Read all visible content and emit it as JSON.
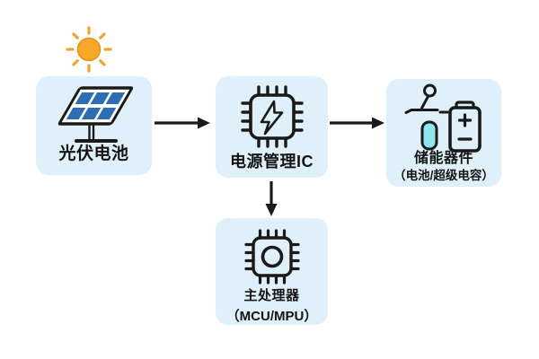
{
  "palette": {
    "background": "#FFFFFF",
    "node_fill": "#DFF0FA",
    "line_black": "#1A1A1A",
    "sun_fill": "#F7A82A",
    "sun_rim": "#EE9119",
    "panel_cell_blue": "#2E6DB4",
    "supercap_cyan": "#8FE5EE",
    "text_color": "#141414"
  },
  "nodes": {
    "pv": {
      "label": "光伏电池",
      "icon": "solar-panel-icon"
    },
    "pmic": {
      "label": "电源管理IC",
      "icon": "power-ic-chip-icon"
    },
    "storage": {
      "label": "储能器件",
      "sublabel": "（电池/超级电容）",
      "icon": "battery-supercap-icon"
    },
    "processor": {
      "label": "主处理器",
      "sublabel": "（MCU/MPU）",
      "icon": "processor-chip-icon"
    }
  },
  "decorations": {
    "sun": "sun-icon"
  },
  "edges": [
    {
      "from": "光伏电池",
      "to": "电源管理IC",
      "direction": "right"
    },
    {
      "from": "电源管理IC",
      "to": "储能器件（电池/超级电容）",
      "direction": "right"
    },
    {
      "from": "电源管理IC",
      "to": "主处理器（MCU/MPU）",
      "direction": "down"
    }
  ]
}
